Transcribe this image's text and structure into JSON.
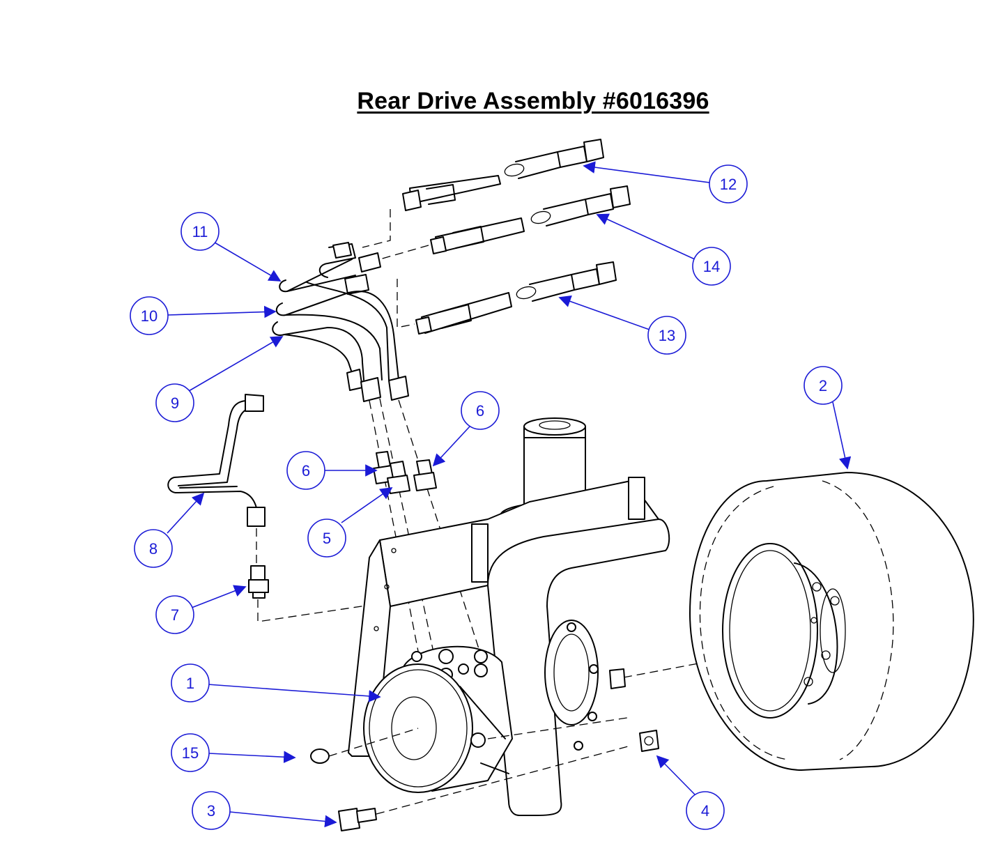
{
  "title": "Rear Drive Assembly #6016396",
  "colors": {
    "callout": "#1a1ad6",
    "line": "#000000",
    "background": "#ffffff"
  },
  "callouts": [
    {
      "label": "1"
    },
    {
      "label": "2"
    },
    {
      "label": "3"
    },
    {
      "label": "4"
    },
    {
      "label": "5"
    },
    {
      "label": "6"
    },
    {
      "label": "6"
    },
    {
      "label": "7"
    },
    {
      "label": "8"
    },
    {
      "label": "9"
    },
    {
      "label": "10"
    },
    {
      "label": "11"
    },
    {
      "label": "12"
    },
    {
      "label": "13"
    },
    {
      "label": "14"
    },
    {
      "label": "15"
    }
  ]
}
